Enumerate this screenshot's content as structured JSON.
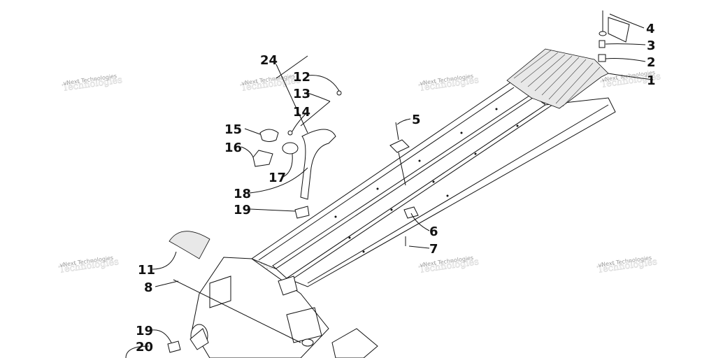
{
  "callouts": [
    {
      "num": "1"
    },
    {
      "num": "2"
    },
    {
      "num": "3"
    },
    {
      "num": "4"
    },
    {
      "num": "5"
    },
    {
      "num": "6"
    },
    {
      "num": "7"
    },
    {
      "num": "8"
    },
    {
      "num": "11"
    },
    {
      "num": "12"
    },
    {
      "num": "13"
    },
    {
      "num": "14"
    },
    {
      "num": "15"
    },
    {
      "num": "16"
    },
    {
      "num": "17"
    },
    {
      "num": "18"
    },
    {
      "num": "19"
    },
    {
      "num": "19"
    },
    {
      "num": "20"
    },
    {
      "num": "24"
    }
  ],
  "watermark": {
    "text": "vNext Technologies"
  }
}
